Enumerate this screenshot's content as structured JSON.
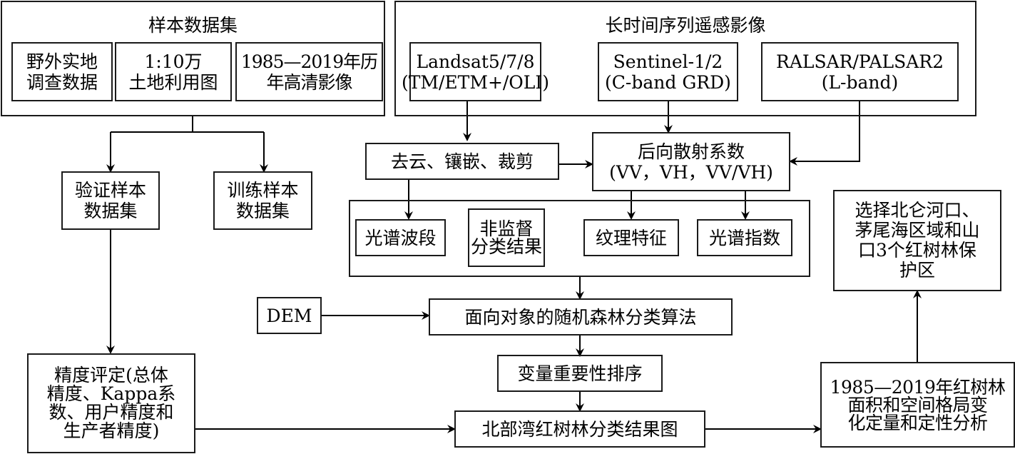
{
  "sample_dataset": {
    "title": "样本数据集",
    "items": [
      "野外实地\n调查数据",
      "1:10万\n土地利用图",
      "1985—2019年历\n年高清影像"
    ]
  },
  "remote_sensing": {
    "title": "长时间序列遥感影像",
    "items": [
      "Landsat5/7/8\n(TM/ETM+/OLI)",
      "Sentinel-1/2\n(C-band GRD)",
      "RALSAR/PALSAR2\n(L-band)"
    ]
  },
  "validation_samples": "验证样本\n数据集",
  "training_samples": "训练样本\n数据集",
  "preprocess": "去云、镶嵌、裁剪",
  "backscatter": "后向散射系数\n(VV，VH，VV/VH)",
  "features": {
    "items": [
      "光谱波段",
      "非监督\n分类结果",
      "纹理特征",
      "光谱指数"
    ]
  },
  "dem": "DEM",
  "rf_algorithm": "面向对象的随机森林分类算法",
  "variable_importance": "变量重要性排序",
  "classification_map": "北部湾红树林分类结果图",
  "accuracy_assessment": "精度评定(总体\n精度、Kappa系\n数、用户精度和\n生产者精度)",
  "change_analysis": "1985—2019年红树林\n面积和空间格局变\n化定量和定性分析",
  "reserve_selection": "选择北仑河口、\n茅尾海区域和山\n口3个红树林保\n护区"
}
